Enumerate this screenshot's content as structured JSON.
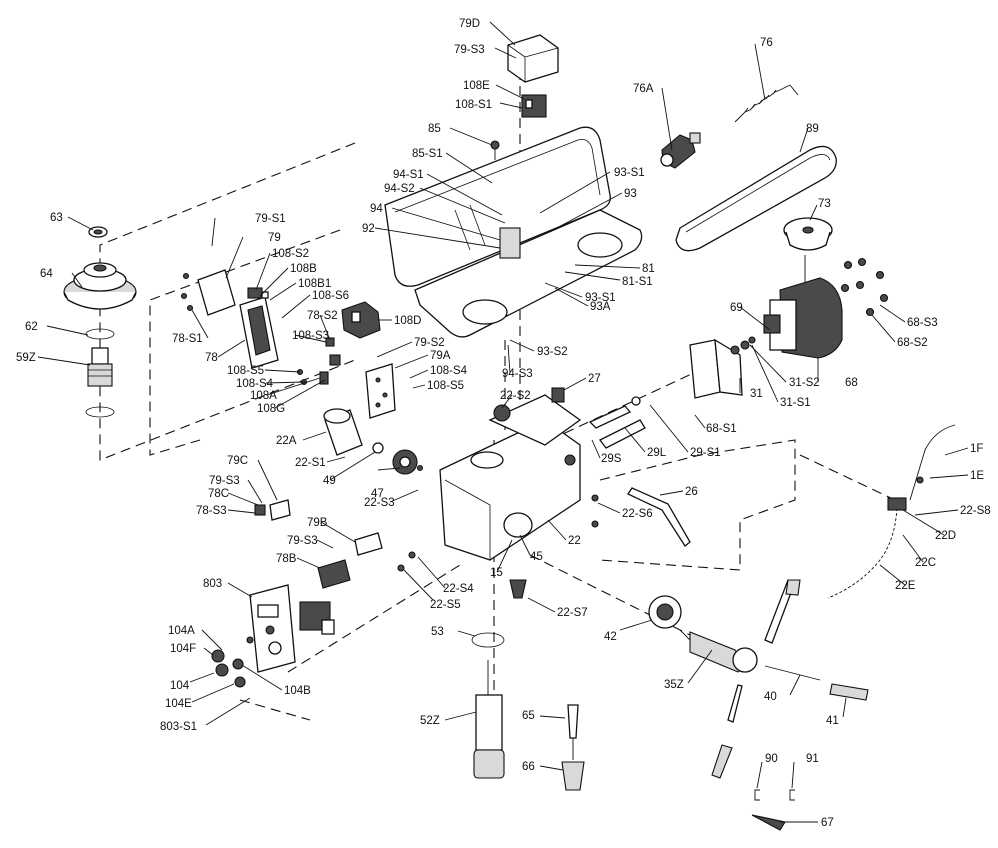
{
  "title": "",
  "labels": [
    {
      "id": "79D",
      "text": "79D"
    },
    {
      "id": "79-S3a",
      "text": "79-S3"
    },
    {
      "id": "76",
      "text": "76"
    },
    {
      "id": "76A",
      "text": "76A"
    },
    {
      "id": "108E",
      "text": "108E"
    },
    {
      "id": "108-S1",
      "text": "108-S1"
    },
    {
      "id": "85",
      "text": "85"
    },
    {
      "id": "89",
      "text": "89"
    },
    {
      "id": "85-S1",
      "text": "85-S1"
    },
    {
      "id": "93-S1",
      "text": "93-S1"
    },
    {
      "id": "94-S1",
      "text": "94-S1"
    },
    {
      "id": "94-S2",
      "text": "94-S2"
    },
    {
      "id": "93",
      "text": "93"
    },
    {
      "id": "73",
      "text": "73"
    },
    {
      "id": "63",
      "text": "63"
    },
    {
      "id": "94",
      "text": "94"
    },
    {
      "id": "79-S1",
      "text": "79-S1"
    },
    {
      "id": "92",
      "text": "92"
    },
    {
      "id": "79",
      "text": "79"
    },
    {
      "id": "108-S2",
      "text": "108-S2"
    },
    {
      "id": "81",
      "text": "81"
    },
    {
      "id": "64",
      "text": "64"
    },
    {
      "id": "108B",
      "text": "108B"
    },
    {
      "id": "81-S1",
      "text": "81-S1"
    },
    {
      "id": "108B1",
      "text": "108B1"
    },
    {
      "id": "93-S1b",
      "text": "93-S1"
    },
    {
      "id": "108-S6",
      "text": "108-S6"
    },
    {
      "id": "69",
      "text": "69"
    },
    {
      "id": "93A",
      "text": "93A"
    },
    {
      "id": "68-S3",
      "text": "68-S3"
    },
    {
      "id": "62",
      "text": "62"
    },
    {
      "id": "78-S1",
      "text": "78-S1"
    },
    {
      "id": "78-S2",
      "text": "78-S2"
    },
    {
      "id": "108D",
      "text": "108D"
    },
    {
      "id": "68-S2",
      "text": "68-S2"
    },
    {
      "id": "108-S3",
      "text": "108-S3"
    },
    {
      "id": "93-S2",
      "text": "93-S2"
    },
    {
      "id": "59Z",
      "text": "59Z"
    },
    {
      "id": "78",
      "text": "78"
    },
    {
      "id": "79-S2",
      "text": "79-S2"
    },
    {
      "id": "79A",
      "text": "79A"
    },
    {
      "id": "108-S5a",
      "text": "108-S5"
    },
    {
      "id": "108-S4a",
      "text": "108-S4"
    },
    {
      "id": "31-S2",
      "text": "31-S2"
    },
    {
      "id": "68",
      "text": "68"
    },
    {
      "id": "94-S3",
      "text": "94-S3"
    },
    {
      "id": "108-S4b",
      "text": "108-S4"
    },
    {
      "id": "108A",
      "text": "108A"
    },
    {
      "id": "108-S5b",
      "text": "108-S5"
    },
    {
      "id": "27",
      "text": "27"
    },
    {
      "id": "31",
      "text": "31"
    },
    {
      "id": "108G",
      "text": "108G"
    },
    {
      "id": "31-S1",
      "text": "31-S1"
    },
    {
      "id": "22-S2",
      "text": "22-S2"
    },
    {
      "id": "68-S1",
      "text": "68-S1"
    },
    {
      "id": "22A",
      "text": "22A"
    },
    {
      "id": "29L",
      "text": "29L"
    },
    {
      "id": "29-S1",
      "text": "29-S1"
    },
    {
      "id": "1F",
      "text": "1F"
    },
    {
      "id": "22-S1",
      "text": "22-S1"
    },
    {
      "id": "29S",
      "text": "29S"
    },
    {
      "id": "79C",
      "text": "79C"
    },
    {
      "id": "1E",
      "text": "1E"
    },
    {
      "id": "49",
      "text": "49"
    },
    {
      "id": "79-S3b",
      "text": "79-S3"
    },
    {
      "id": "47",
      "text": "47"
    },
    {
      "id": "26",
      "text": "26"
    },
    {
      "id": "78C",
      "text": "78C"
    },
    {
      "id": "22-S3",
      "text": "22-S3"
    },
    {
      "id": "22-S8",
      "text": "22-S8"
    },
    {
      "id": "78-S3",
      "text": "78-S3"
    },
    {
      "id": "22-S6",
      "text": "22-S6"
    },
    {
      "id": "22D",
      "text": "22D"
    },
    {
      "id": "79B",
      "text": "79B"
    },
    {
      "id": "22",
      "text": "22"
    },
    {
      "id": "79-S3c",
      "text": "79-S3"
    },
    {
      "id": "22C",
      "text": "22C"
    },
    {
      "id": "45",
      "text": "45"
    },
    {
      "id": "78B",
      "text": "78B"
    },
    {
      "id": "15",
      "text": "15"
    },
    {
      "id": "22E",
      "text": "22E"
    },
    {
      "id": "803",
      "text": "803"
    },
    {
      "id": "22-S4",
      "text": "22-S4"
    },
    {
      "id": "22-S5",
      "text": "22-S5"
    },
    {
      "id": "22-S7",
      "text": "22-S7"
    },
    {
      "id": "104A",
      "text": "104A"
    },
    {
      "id": "53",
      "text": "53"
    },
    {
      "id": "42",
      "text": "42"
    },
    {
      "id": "104F",
      "text": "104F"
    },
    {
      "id": "104",
      "text": "104"
    },
    {
      "id": "104B",
      "text": "104B"
    },
    {
      "id": "35Z",
      "text": "35Z"
    },
    {
      "id": "40",
      "text": "40"
    },
    {
      "id": "104E",
      "text": "104E"
    },
    {
      "id": "41",
      "text": "41"
    },
    {
      "id": "65",
      "text": "65"
    },
    {
      "id": "803-S1",
      "text": "803-S1"
    },
    {
      "id": "52Z",
      "text": "52Z"
    },
    {
      "id": "90",
      "text": "90"
    },
    {
      "id": "91",
      "text": "91"
    },
    {
      "id": "66",
      "text": "66"
    },
    {
      "id": "67",
      "text": "67"
    }
  ]
}
